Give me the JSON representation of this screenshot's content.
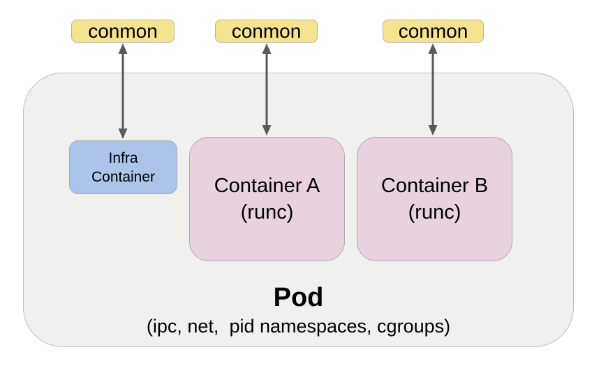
{
  "boxes": {
    "conmon_1": {
      "label": "conmon"
    },
    "conmon_2": {
      "label": "conmon"
    },
    "conmon_3": {
      "label": "conmon"
    },
    "infra_container": {
      "line1": "Infra",
      "line2": "Container"
    },
    "container_a": {
      "line1": "Container A",
      "line2": "(runc)"
    },
    "container_b": {
      "line1": "Container B",
      "line2": "(runc)"
    }
  },
  "pod": {
    "title": "Pod",
    "subtitle": "(ipc, net,  pid namespaces, cgroups)"
  },
  "colors": {
    "conmon_fill": "#f6e38f",
    "infra_fill": "#aac5e9",
    "container_fill": "#e8d2df",
    "pod_fill": "#f0f0ef",
    "arrow": "#595959"
  }
}
